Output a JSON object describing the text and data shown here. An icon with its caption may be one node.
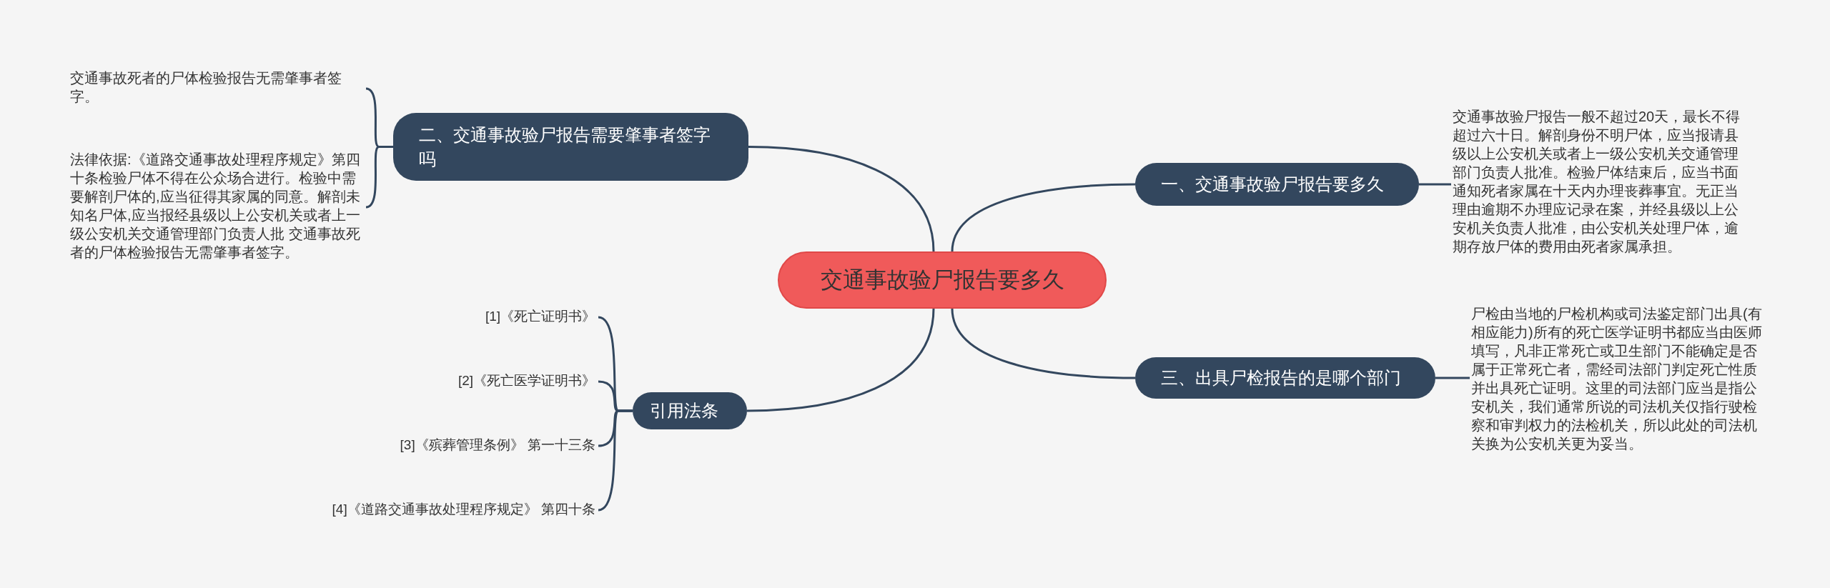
{
  "diagram": {
    "nodes": [
      {
        "text": [
          "交通事故验尸报告要多久"
        ]
      },
      {
        "text": [
          "一、交通事故验尸报告要多久"
        ]
      },
      {
        "text": [
          "交通事故验尸报告一般不超过20天，最长不得超过六十日。解剖身份不明尸体，应当报请县级以上公安机关或者上一级公安机关交通管理部门负责人批准。检验尸体结束后，应当书面通知死者家属在十天内办理丧葬事宜。无正当理由逾期不办理应记录在案，并经县级以上公安机关负责人批准，由公安机关处理尸体，逾期存放尸体的费用由死者家属承担。"
        ]
      },
      {
        "text": [
          "二、交通事故验尸报告需要肇事者签字吗"
        ]
      },
      {
        "text": [
          "交通事故死者的尸体检验报告无需肇事者签字。"
        ]
      },
      {
        "text": [
          "法律依据:《道路交通事故处理程序规定》第四十条检验尸体不得在公众场合进行。检验中需要解剖尸体的,应当征得其家属的同意。解剖未知名尸体,应当报经县级以上公安机关或者上一级公安机关交通管理部门负责人批 交通事故死者的尸体检验报告无需肇事者签字。"
        ]
      },
      {
        "text": [
          "三、出具尸检报告的是哪个部门"
        ]
      },
      {
        "text": [
          "尸检由当地的尸检机构或司法鉴定部门出具(有相应能力)所有的死亡医学证明书都应当由医师填写，凡非正常死亡或卫生部门不能确定是否属于正常死亡者，需经司法部门判定死亡性质并出具死亡证明。这里的司法部门应当是指公安机关，我们通常所说的司法机关仅指行驶检察和审判权力的法检机关，所以此处的司法机关换为公安机关更为妥当。"
        ]
      },
      {
        "text": [
          "引用法条"
        ]
      },
      {
        "text": [
          "[1]《死亡证明书》"
        ]
      },
      {
        "text": [
          "[2]《死亡医学证明书》"
        ]
      },
      {
        "text": [
          "[3]《殡葬管理条例》 第一十三条"
        ]
      },
      {
        "text": [
          "[4]《道路交通事故处理程序规定》 第四十条"
        ]
      }
    ],
    "edges": [
      {
        "from": 0,
        "to": 1,
        "arrow": "none"
      },
      {
        "from": 1,
        "to": 2,
        "arrow": "none"
      },
      {
        "from": 0,
        "to": 3,
        "arrow": "none"
      },
      {
        "from": 3,
        "to": 4,
        "arrow": "none"
      },
      {
        "from": 3,
        "to": 5,
        "arrow": "none"
      },
      {
        "from": 0,
        "to": 6,
        "arrow": "none"
      },
      {
        "from": 6,
        "to": 7,
        "arrow": "none"
      },
      {
        "from": 0,
        "to": 8,
        "arrow": "none"
      },
      {
        "from": 8,
        "to": 9,
        "arrow": "none"
      },
      {
        "from": 8,
        "to": 10,
        "arrow": "none"
      },
      {
        "from": 8,
        "to": 11,
        "arrow": "none"
      },
      {
        "from": 8,
        "to": 12,
        "arrow": "none"
      }
    ]
  }
}
